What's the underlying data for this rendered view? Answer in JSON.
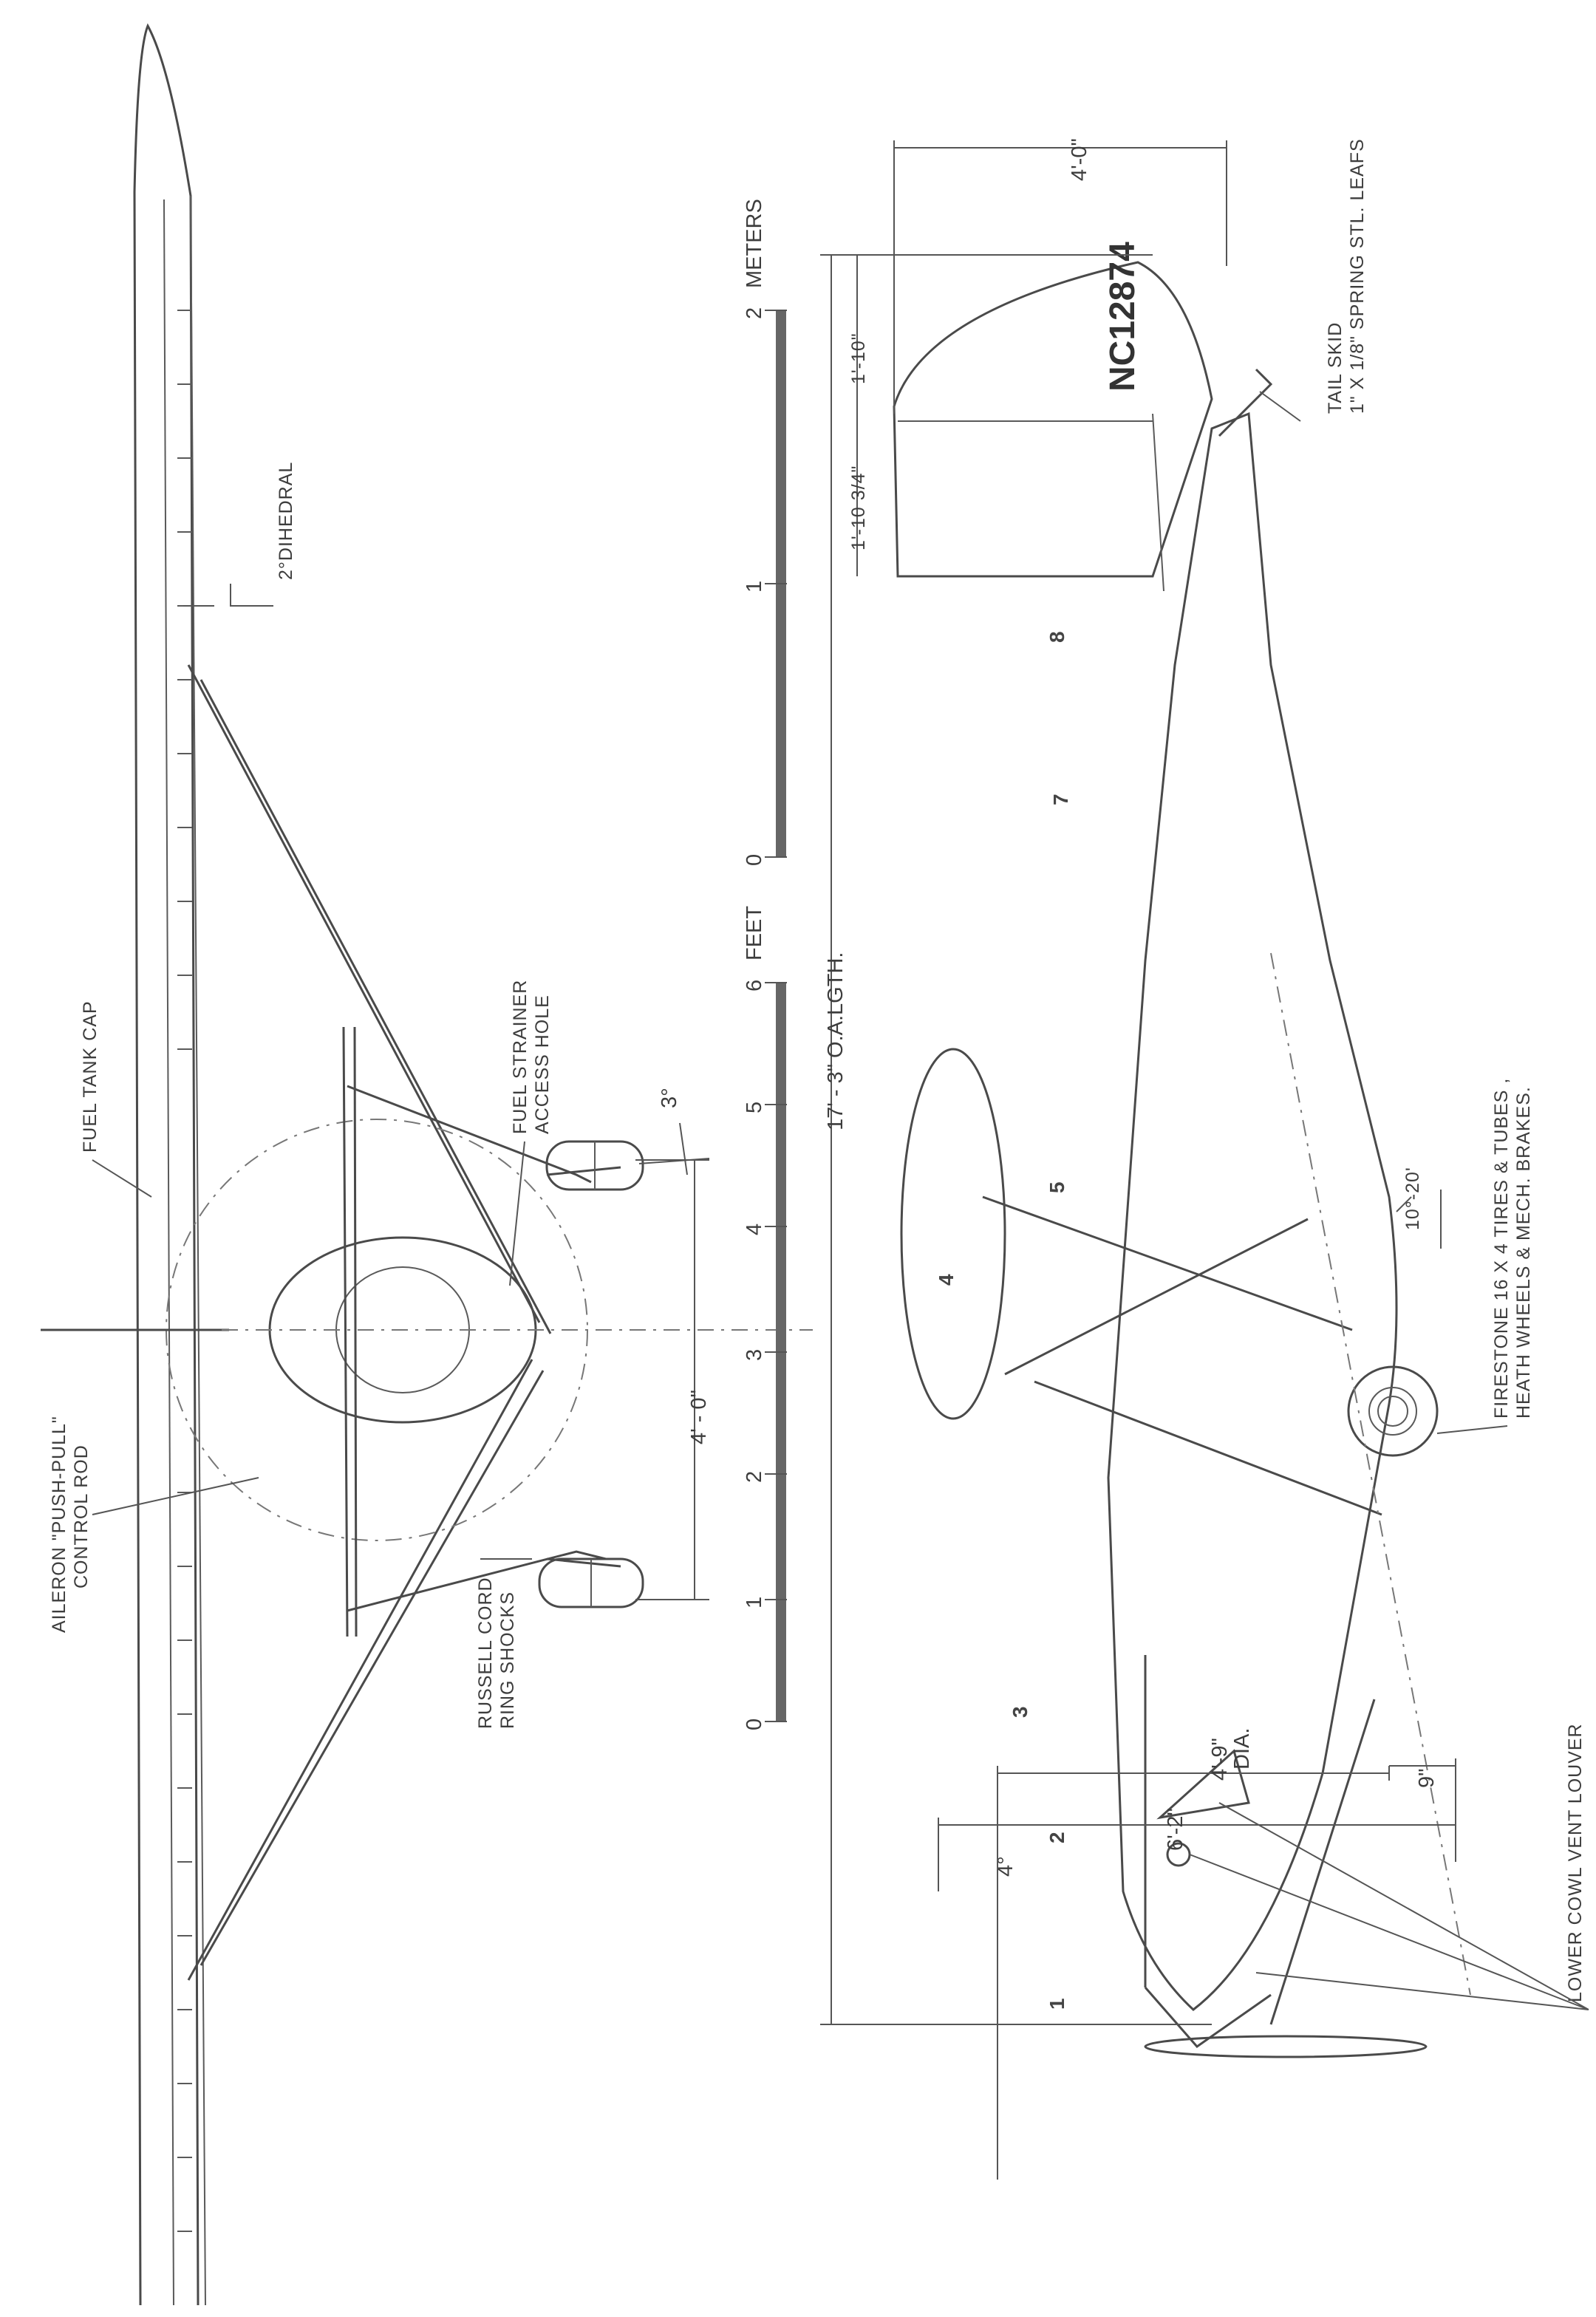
{
  "labels": {
    "aileron_rod": [
      "AILERON \"PUSH-PULL\"",
      "CONTROL  ROD"
    ],
    "fuel_tank_cap": "FUEL TANK CAP",
    "dihedral": "2°DIHEDRAL",
    "fuel_strainer": [
      "FUEL STRAINER",
      "ACCESS HOLE"
    ],
    "russell_cord": [
      "RUSSELL CORD",
      "RING SHOCKS"
    ],
    "wheel_angle": "3°",
    "track": "4' - 0\"",
    "registration": "NC12874",
    "tail_skid": [
      "TAIL SKID",
      "1\" X 1/8\" SPRING STL. LEAFS"
    ],
    "tires": [
      "FIRESTONE  16 X 4  TIRES & TUBES ,",
      "HEATH  WHEELS & MECH. BRAKES."
    ],
    "louver": "LOWER COWL VENT LOUVER",
    "overall_length": "17' - 3\" O.A.LGTH.",
    "height": "4'-0\"",
    "rudder_chord_a": "1'-10\"",
    "rudder_chord_b": "1'-10 3/4\"",
    "prop_dia": [
      "4'-9\"",
      "DIA."
    ],
    "ground_height": "6'-2\"",
    "clearance": "9\"",
    "gear_angle": "10°-20'",
    "stab_angle": "4°"
  },
  "scale": {
    "feet_unit": "FEET",
    "feet_ticks": [
      "0",
      "1",
      "2",
      "3",
      "4",
      "5",
      "6"
    ],
    "meters_unit": "METERS",
    "meters_ticks": [
      "0",
      "1",
      "2"
    ]
  },
  "stations": [
    "1",
    "2",
    "3",
    "4",
    "5",
    "7",
    "8"
  ]
}
